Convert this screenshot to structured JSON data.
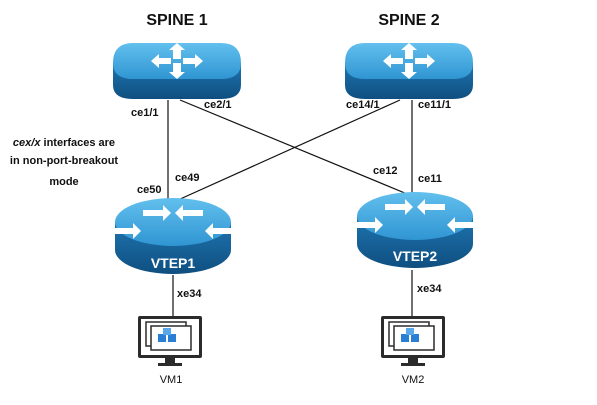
{
  "spines": [
    {
      "title": "SPINE 1",
      "port_left": "ce1/1",
      "port_right": "ce2/1"
    },
    {
      "title": "SPINE 2",
      "port_left": "ce14/1",
      "port_right": "ce11/1"
    }
  ],
  "vteps": [
    {
      "name": "VTEP1",
      "port_left": "ce50",
      "port_right": "ce49",
      "host_port": "xe34",
      "vm": "VM1"
    },
    {
      "name": "VTEP2",
      "port_left": "ce12",
      "port_right": "ce11",
      "host_port": "xe34",
      "vm": "VM2"
    }
  ],
  "note": {
    "line1_italic": "cex/x",
    "line1_rest": " interfaces are",
    "line2": "in non-port-breakout",
    "line3": "mode"
  },
  "colors": {
    "router_top": "#3fa9e0",
    "router_side": "#1f6fa8",
    "router_dark": "#13507d",
    "arrow": "#ffffff",
    "monitor_frame": "#2b2b2b",
    "vm_cube": "#2a7fd4"
  },
  "icons": [
    "router-icon",
    "switch-icon",
    "vm-monitor-icon"
  ]
}
